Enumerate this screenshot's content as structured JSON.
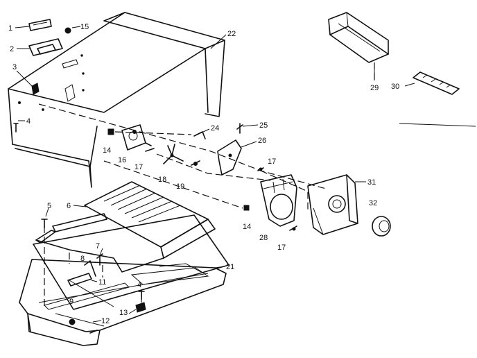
{
  "callouts": {
    "c1": "1",
    "c2": "2",
    "c3": "3",
    "c4a": "4",
    "c4b": "4",
    "c5": "5",
    "c6": "6",
    "c7": "7",
    "c8": "8",
    "c9": "9",
    "c11": "11",
    "c12": "12",
    "c13": "13",
    "c14a": "14",
    "c14b": "14",
    "c15": "15",
    "c16": "16",
    "c17a": "17",
    "c17b": "17",
    "c17c": "17",
    "c18": "18",
    "c19": "19",
    "c21": "21",
    "c22": "22",
    "c24": "24",
    "c25": "25",
    "c26": "26",
    "c28": "28",
    "c29": "29",
    "c30": "30",
    "c31": "31",
    "c32": "32"
  }
}
